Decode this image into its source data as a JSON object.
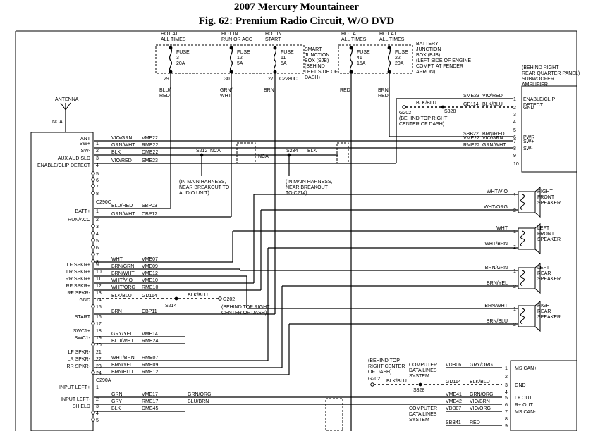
{
  "header": {
    "title": "2007 Mercury Mountaineer",
    "subtitle": "Fig. 62: Premium Radio Circuit, W/O DVD"
  },
  "fuses": [
    {
      "hot": [
        "HOT AT",
        "ALL TIMES"
      ],
      "label": [
        "FUSE",
        "3",
        "20A"
      ],
      "pin": "29",
      "wire": [
        "BLU/",
        "RED"
      ]
    },
    {
      "hot": [
        "HOT IN",
        "RUN OR ACC"
      ],
      "label": [
        "FUSE",
        "12",
        "5A"
      ],
      "pin": "30",
      "wire": [
        "GRN/",
        "WHT"
      ]
    },
    {
      "hot": [
        "HOT IN",
        "START"
      ],
      "label": [
        "FUSE",
        "11",
        "5A"
      ],
      "pin": "27",
      "wire": [
        "BRN"
      ]
    },
    {
      "hot": [
        "HOT AT",
        "ALL TIMES"
      ],
      "label": [
        "FUSE",
        "41",
        "15A"
      ],
      "pin": "",
      "wire": [
        "RED"
      ]
    },
    {
      "hot": [
        "HOT AT",
        "ALL TIMES"
      ],
      "label": [
        "FUSE",
        "22",
        "20A"
      ],
      "pin": "",
      "wire": [
        "BRN/",
        "RED"
      ]
    }
  ],
  "sjb_note": [
    "SMART",
    "JUNCTION",
    "BOX (SJB)",
    "(BEHIND",
    "LEFT SIDE OF",
    "DASH)"
  ],
  "bjb_note": [
    "BATTERY",
    "JUNCTION",
    "BOX (BJB)",
    "(LEFT SIDE OF ENGINE",
    "COMPT, AT FENDER",
    "APRON)"
  ],
  "connector_c2280c": "C2280C",
  "antenna": {
    "label": "ANTENNA",
    "nca": "NCA"
  },
  "radio": {
    "pins": [
      {
        "n": "",
        "name": "ANT"
      },
      {
        "n": "1",
        "name": "SW+"
      },
      {
        "n": "2",
        "name": "SW-"
      },
      {
        "n": "3",
        "name": "AUX AUD SLD"
      },
      {
        "n": "4",
        "name": "ENABLE/CLIP DETECT"
      },
      {
        "n": "5",
        "name": ""
      },
      {
        "n": "6",
        "name": ""
      },
      {
        "n": "7",
        "name": ""
      },
      {
        "n": "8",
        "name": ""
      },
      {
        "n": "C290C",
        "name": ""
      },
      {
        "n": "1",
        "name": "BATT+"
      },
      {
        "n": "2",
        "name": "RUN/ACC"
      },
      {
        "n": "3",
        "name": ""
      },
      {
        "n": "4",
        "name": ""
      },
      {
        "n": "5",
        "name": ""
      },
      {
        "n": "6",
        "name": ""
      },
      {
        "n": "7",
        "name": ""
      },
      {
        "n": "8",
        "name": ""
      },
      {
        "n": "9",
        "name": "LF SPKR+"
      },
      {
        "n": "10",
        "name": "LR SPKR+"
      },
      {
        "n": "11",
        "name": "RR SPKR+"
      },
      {
        "n": "12",
        "name": "RF SPKR+"
      },
      {
        "n": "13",
        "name": "RF SPKR-"
      },
      {
        "n": "14",
        "name": "GND"
      },
      {
        "n": "15",
        "name": ""
      },
      {
        "n": "16",
        "name": "START"
      },
      {
        "n": "17",
        "name": ""
      },
      {
        "n": "18",
        "name": "SWC1+"
      },
      {
        "n": "19",
        "name": "SWC1-"
      },
      {
        "n": "20",
        "name": ""
      },
      {
        "n": "21",
        "name": "LF SPKR-"
      },
      {
        "n": "22",
        "name": "LR SPKR-"
      },
      {
        "n": "23",
        "name": "RR SPKR-"
      },
      {
        "n": "24",
        "name": ""
      },
      {
        "n": "C290A",
        "name": ""
      },
      {
        "n": "1",
        "name": "INPUT LEFT+"
      },
      {
        "n": "2",
        "name": "INPUT LEFT-"
      },
      {
        "n": "3",
        "name": "SHIELD"
      },
      {
        "n": "4",
        "name": ""
      },
      {
        "n": "5",
        "name": ""
      }
    ]
  },
  "wires": [
    {
      "color": "VIO/GRN",
      "circuit": "VME22"
    },
    {
      "color": "GRN/WHT",
      "circuit": "RME22"
    },
    {
      "color": "BLK",
      "circuit": "DME22"
    },
    {
      "color": "VIO/RED",
      "circuit": "SME23"
    },
    {
      "color": "BLU/RED",
      "circuit": "SBP03"
    },
    {
      "color": "GRN/WHT",
      "circuit": "CBP12"
    },
    {
      "color": "WHT",
      "circuit": "VME07"
    },
    {
      "color": "BRN/GRN",
      "circuit": "VME09"
    },
    {
      "color": "BRN/WHT",
      "circuit": "VME12"
    },
    {
      "color": "WHT/VIO",
      "circuit": "VME10"
    },
    {
      "color": "WHT/ORG",
      "circuit": "RME10"
    },
    {
      "color": "BLK/BLU",
      "circuit": "GD114"
    },
    {
      "color": "BRN",
      "circuit": "CBP11"
    },
    {
      "color": "GRY/YEL",
      "circuit": "VME14"
    },
    {
      "color": "BLU/WHT",
      "circuit": "RME24"
    },
    {
      "color": "WHT/BRN",
      "circuit": "RME07"
    },
    {
      "color": "BRN/YEL",
      "circuit": "RME09"
    },
    {
      "color": "BRN/BLU",
      "circuit": "RME12"
    },
    {
      "color": "GRN",
      "circuit": "VME17"
    },
    {
      "color": "GRY",
      "circuit": "RME17"
    },
    {
      "color": "BLK",
      "circuit": "DME45"
    }
  ],
  "splices": {
    "s212": "S212",
    "s234": "S234",
    "s214": "S214",
    "s328": "S328",
    "nca": "NCA",
    "blk": "BLK",
    "s212_note": [
      "(IN MAIN HARNESS,",
      "NEAR BREAKOUT TO",
      "AUDIO UNIT)"
    ],
    "s234_note": [
      "(IN MAIN HARNESS,",
      "NEAR BREAKOUT",
      "TO C214)"
    ]
  },
  "grounds": {
    "g202": "G202",
    "g202_note": [
      "(BEHIND TOP RIGHT",
      "CENTER OF DASH)"
    ],
    "g202_note_top": [
      "(BEHIND TOP RIGHT",
      "CENTER OF DASH)"
    ],
    "g202_note_bottom": [
      "(BEHIND TOP",
      "RIGHT CENTER",
      "OF DASH)"
    ],
    "blkblu": "BLK/BLU"
  },
  "subwoofer": {
    "title": [
      "(BEHIND RIGHT",
      "REAR QUARTER PANEL)",
      "SUBWOOFER",
      "AMPLIFIER"
    ],
    "pins": [
      {
        "n": "1",
        "name": "ENABLE/CLIP",
        "name2": "DETECT",
        "circuit": "SME23",
        "color": "VIO/RED"
      },
      {
        "n": "2",
        "name": "GND",
        "name2": "",
        "circuit": "GD114",
        "color": "BLK/BLU"
      },
      {
        "n": "3",
        "name": "",
        "name2": "",
        "circuit": "",
        "color": ""
      },
      {
        "n": "4",
        "name": "",
        "name2": "",
        "circuit": "",
        "color": ""
      },
      {
        "n": "5",
        "name": "",
        "name2": "",
        "circuit": "",
        "color": ""
      },
      {
        "n": "6",
        "name": "PWR",
        "name2": "",
        "circuit": "SBB22",
        "color": "BRN/RED"
      },
      {
        "n": "7",
        "name": "SW+",
        "name2": "",
        "circuit": "VME22",
        "color": "VIO/GRN"
      },
      {
        "n": "8",
        "name": "SW-",
        "name2": "",
        "circuit": "RME22",
        "color": "GRN/WHT"
      },
      {
        "n": "9",
        "name": "",
        "name2": "",
        "circuit": "",
        "color": ""
      },
      {
        "n": "10",
        "name": "",
        "name2": "",
        "circuit": "",
        "color": ""
      }
    ]
  },
  "speakers": [
    {
      "name": [
        "RIGHT",
        "FRONT",
        "SPEAKER"
      ],
      "plus": "WHT/VIO",
      "minus": "WHT/ORG"
    },
    {
      "name": [
        "LEFT",
        "FRONT",
        "SPEAKER"
      ],
      "plus": "WHT",
      "minus": "WHT/BRN"
    },
    {
      "name": [
        "LEFT",
        "REAR",
        "SPEAKER"
      ],
      "plus": "BRN/GRN",
      "minus": "BRN/YEL"
    },
    {
      "name": [
        "RIGHT",
        "REAR",
        "SPEAKER"
      ],
      "plus": "BRN/WHT",
      "minus": "BRN/BLU"
    }
  ],
  "canmod": {
    "pins": [
      {
        "n": "1",
        "name": "MS CAN+",
        "circuit": "VDB06",
        "color": "GRY/ORG"
      },
      {
        "n": "2",
        "name": "",
        "circuit": "",
        "color": ""
      },
      {
        "n": "3",
        "name": "GND",
        "circuit": "GD114",
        "color": "BLK/BLU"
      },
      {
        "n": "4",
        "name": "",
        "circuit": "",
        "color": ""
      },
      {
        "n": "5",
        "name": "L+ OUT",
        "circuit": "VME41",
        "color": "GRN/ORG"
      },
      {
        "n": "6",
        "name": "R+ OUT",
        "circuit": "VME42",
        "color": "VIO/BRN"
      },
      {
        "n": "7",
        "name": "MS CAN-",
        "circuit": "VDB07",
        "color": "VIO/ORG"
      },
      {
        "n": "8",
        "name": "",
        "circuit": "",
        "color": ""
      },
      {
        "n": "9",
        "name": "",
        "circuit": "SBB41",
        "color": "RED"
      }
    ],
    "cdls": [
      "COMPUTER",
      "DATA LINES",
      "SYSTEM"
    ],
    "in_colors": [
      "GRN/ORG",
      "BLU/BRN"
    ]
  }
}
